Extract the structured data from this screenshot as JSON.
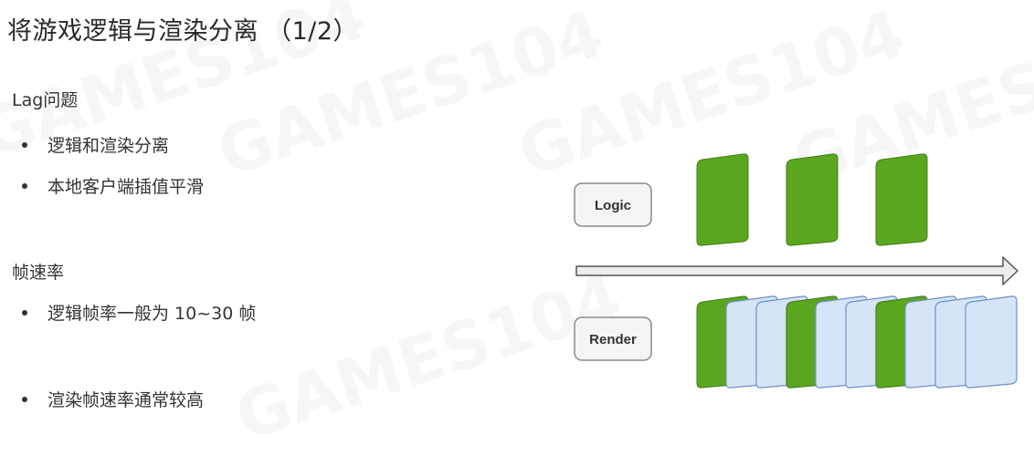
{
  "slide": {
    "title": "将游戏逻辑与渲染分离 （1/2）",
    "sections": [
      {
        "heading": "Lag问题",
        "bullets": [
          "逻辑和渲染分离",
          "本地客户端插值平滑"
        ]
      },
      {
        "heading": "帧速率",
        "bullets": [
          "逻辑帧率一般为 10~30 帧",
          "渲染帧速率通常较高"
        ]
      }
    ]
  },
  "diagram": {
    "logic_label": "Logic",
    "render_label": "Render",
    "logic_frame_count": 3,
    "render_groups": 3,
    "interp_frames_per_group": 3,
    "colors": {
      "logic_frame": "#5ba61f",
      "logic_frame_stroke": "#3f7f12",
      "render_frame": "#d6e4f7",
      "render_frame_stroke": "#6b90c7",
      "label_border": "#8a8a8a",
      "timeline": "#555555"
    }
  },
  "watermarks": [
    "GAMES104",
    "GAMES104",
    "GAMES104",
    "GAMES104",
    "GAMES104"
  ]
}
